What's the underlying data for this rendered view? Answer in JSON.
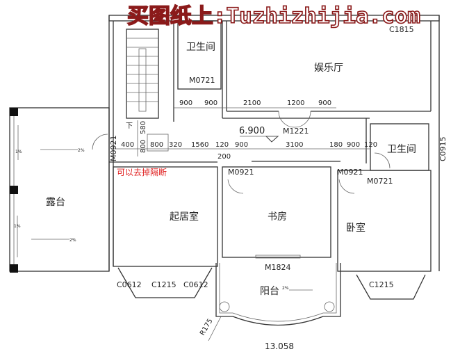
{
  "watermark": "买图纸上:Tuzhizhijia.com",
  "top_window_label": "C1815",
  "rooms": {
    "bathroom_top": "卫生间",
    "entertainment_hall": "娱乐厅",
    "bathroom_right": "卫生间",
    "living_room": "起居室",
    "study": "书房",
    "bedroom": "卧室",
    "terrace": "露台",
    "balcony": "阳台"
  },
  "doors": {
    "bath_top": "M0721",
    "hall": "M1221",
    "stair_left": "M0921",
    "study": "M0921",
    "bedroom": "M0921",
    "bath_right": "M0721",
    "balcony": "M1824"
  },
  "windows": {
    "bath_right": "C0915",
    "living_left": "C0612",
    "living_center": "C1215",
    "living_right": "C0612",
    "bedroom": "C1215"
  },
  "dims_top": [
    "900",
    "900",
    "2100",
    "1200",
    "900"
  ],
  "dims_mid": [
    "400",
    "800",
    "320",
    "1560",
    "120",
    "900",
    "3100",
    "180",
    "900",
    "120"
  ],
  "dims_vertical": [
    "580",
    "800"
  ],
  "dim_200": "200",
  "stair_down": "下",
  "elevation_floor": "6.900",
  "elevation_bottom": "13.058",
  "radius": "R175",
  "slope_2": "2%",
  "slope_1": "1%",
  "note": "可以去掉隔断"
}
